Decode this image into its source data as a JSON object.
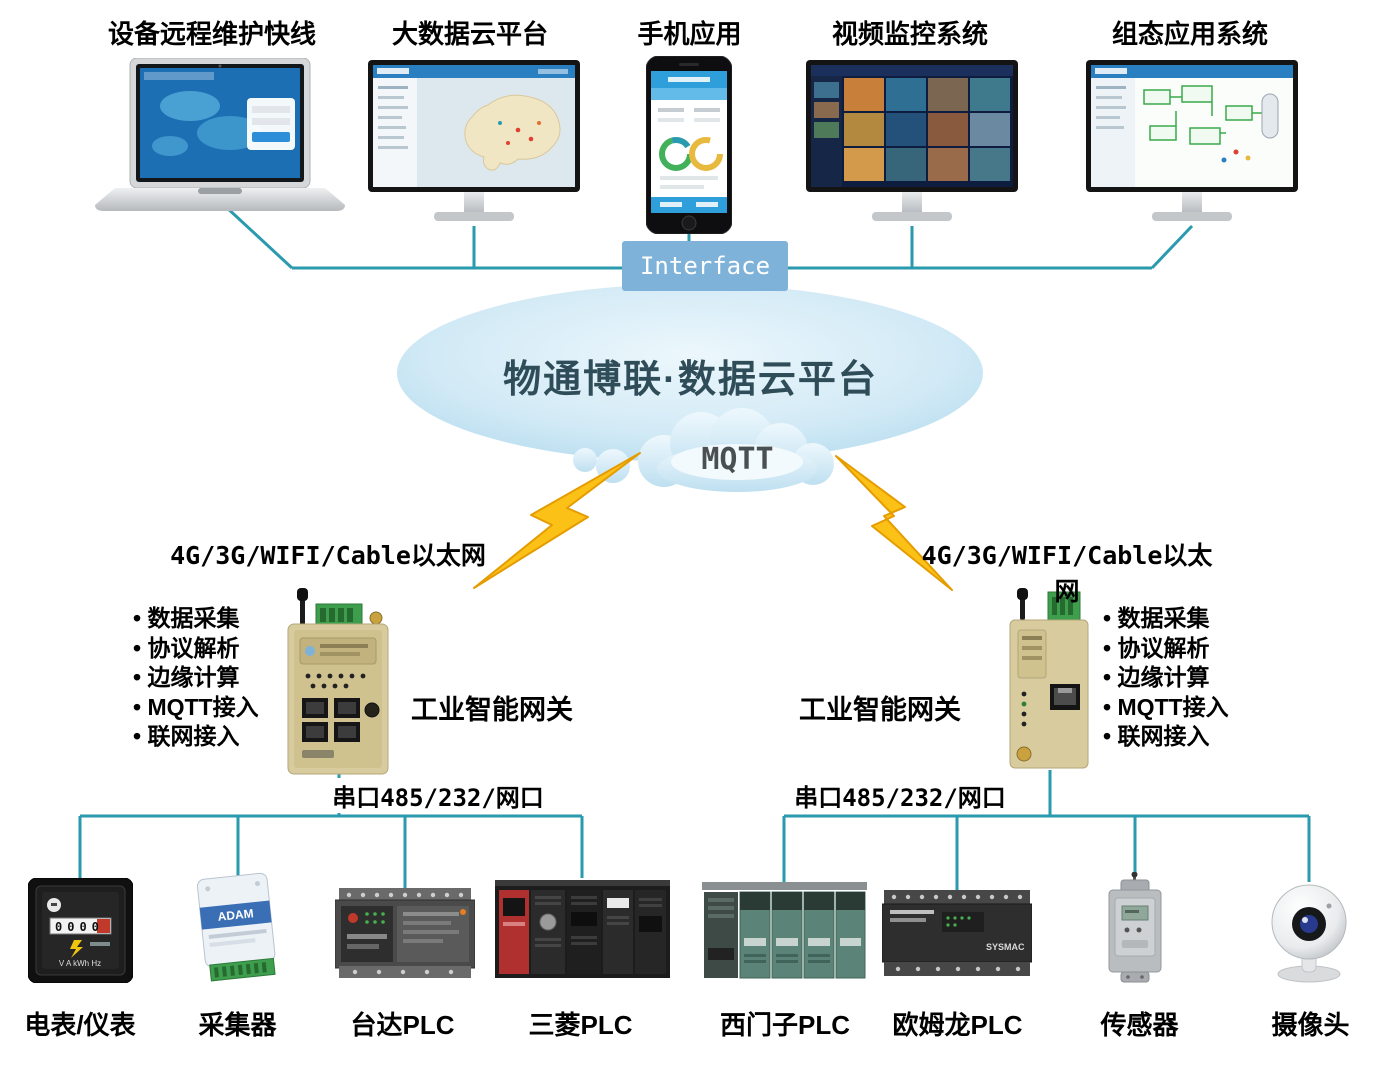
{
  "top": {
    "devices": [
      {
        "label": "设备远程维护快线",
        "type": "laptop"
      },
      {
        "label": "大数据云平台",
        "type": "monitor-map"
      },
      {
        "label": "手机应用",
        "type": "smartphone"
      },
      {
        "label": "视频监控系统",
        "type": "monitor-video-wall"
      },
      {
        "label": "组态应用系统",
        "type": "monitor-scada"
      }
    ]
  },
  "interface": {
    "label": "Interface"
  },
  "cloud": {
    "title": "物通博联·数据云平台",
    "protocol": "MQTT"
  },
  "links": {
    "left": "4G/3G/WIFI/Cable以太网",
    "right": "4G/3G/WIFI/Cable以太网"
  },
  "gateways": {
    "left": {
      "label": "工业智能网关",
      "bus_label": "串口485/232/网口"
    },
    "right": {
      "label": "工业智能网关",
      "bus_label": "串口485/232/网口"
    },
    "features": [
      "数据采集",
      "协议解析",
      "边缘计算",
      "MQTT接入",
      "联网接入"
    ]
  },
  "devices_bottom": {
    "left": [
      {
        "label": "电表/仪表",
        "face_digits": "0000",
        "face_units": "V A kWh Hz"
      },
      {
        "label": "采集器",
        "face_text": "ADAM"
      },
      {
        "label": "台达PLC"
      },
      {
        "label": "三菱PLC"
      }
    ],
    "right": [
      {
        "label": "西门子PLC"
      },
      {
        "label": "欧姆龙PLC",
        "face_text": "SYSMAC"
      },
      {
        "label": "传感器"
      },
      {
        "label": "摄像头"
      }
    ]
  },
  "colors": {
    "connection_line": "#2a9aae",
    "interface_bg": "#7fb2d8",
    "cloud_fill": "#cfe9f5",
    "lightning": "#fcc117"
  }
}
